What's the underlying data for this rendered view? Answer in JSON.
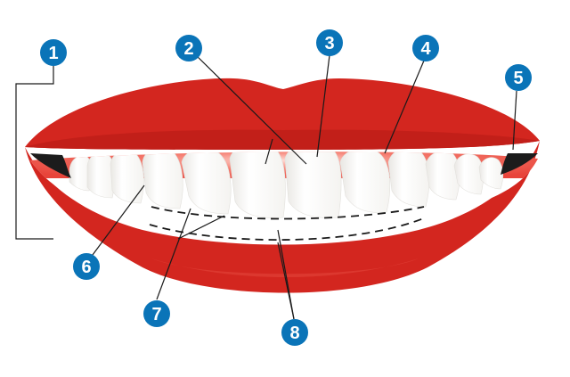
{
  "diagram": {
    "callouts": [
      {
        "label": "1",
        "fill": "#0a74b8"
      },
      {
        "label": "2",
        "fill": "#0a74b8"
      },
      {
        "label": "3",
        "fill": "#0a74b8"
      },
      {
        "label": "4",
        "fill": "#0a74b8"
      },
      {
        "label": "5",
        "fill": "#0a74b8"
      },
      {
        "label": "6",
        "fill": "#0a74b8"
      },
      {
        "label": "7",
        "fill": "#0a74b8"
      },
      {
        "label": "8",
        "fill": "#0a74b8"
      }
    ],
    "colors": {
      "lip": "#d3261f",
      "lip_shadow": "#b31d17",
      "lip_highlight": "#e2453b",
      "gum": "#ef4a3f",
      "tooth": "#ffffff",
      "tooth_shade": "#eceae6",
      "mouth_corner": "#1c1c1c",
      "callout": "#0a74b8",
      "leader": "#1a1a1a"
    }
  }
}
